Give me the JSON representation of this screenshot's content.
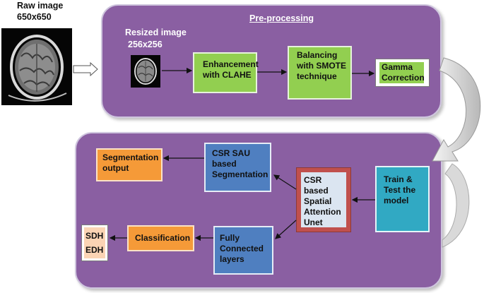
{
  "raw_image": {
    "title": "Raw image",
    "size": "650x650"
  },
  "preprocessing": {
    "title": "Pre-processing",
    "resized_title": "Resized image",
    "resized_size": "256x256",
    "enhancement": [
      "Enhancement",
      "with CLAHE"
    ],
    "balancing": [
      "Balancing",
      "with SMOTE",
      "technique"
    ],
    "gamma": [
      "Gamma",
      "Correction"
    ]
  },
  "model": {
    "train_test": [
      "Train &",
      "Test the",
      "model"
    ],
    "csr_unet": [
      "CSR based",
      "Spatial",
      "Attention",
      "Unet"
    ],
    "csr_sau": [
      "CSR SAU",
      "based",
      "Segmentation"
    ],
    "seg_output": [
      "Segmentation",
      "output"
    ],
    "fully_connected": [
      "Fully",
      "Connected",
      "layers"
    ],
    "classification": "Classification",
    "classes": [
      "SDH",
      "EDH"
    ]
  },
  "colors": {
    "panel": "#8a5fa2",
    "green": "#92cf50",
    "blue": "#4f7fc0",
    "orange": "#f59a38",
    "teal": "#31a9c3",
    "unet_border": "#c0504d"
  }
}
